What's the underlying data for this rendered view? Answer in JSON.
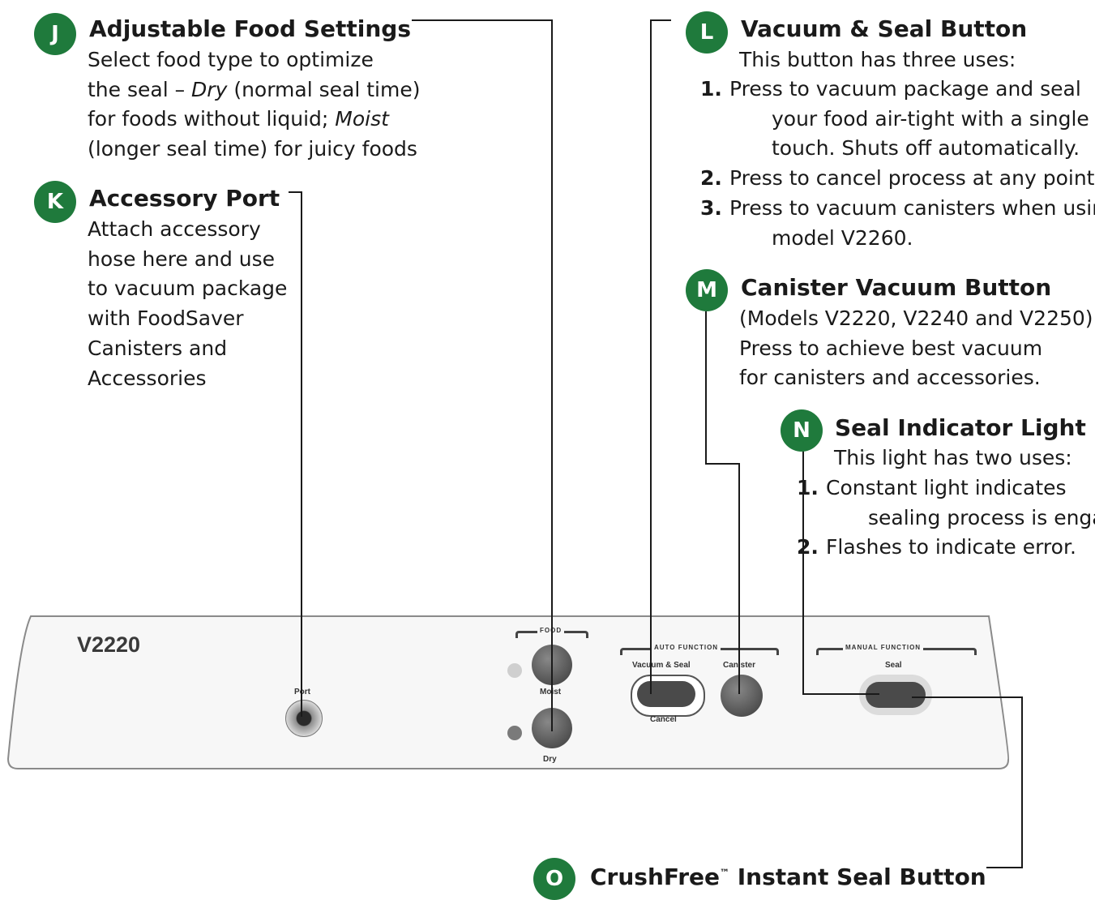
{
  "colors": {
    "badge": "#1f7a3c",
    "panel_bg": "#f7f7f7",
    "panel_border": "#8a8a8a",
    "button": "#4a4a4a",
    "indicator_light": "#cfcfcf",
    "indicator_dark": "#7a7a7a"
  },
  "callouts": {
    "j": {
      "letter": "J",
      "title": "Adjustable Food Settings",
      "line1": "Select food type to optimize",
      "line2_a": "the seal – ",
      "line2_dry": "Dry",
      "line2_b": " (normal seal time)",
      "line3_a": "for foods without liquid; ",
      "line3_moist": "Moist",
      "line4": "(longer seal time) for juicy foods"
    },
    "k": {
      "letter": "K",
      "title": "Accessory Port",
      "lines": [
        "Attach accessory",
        "hose here and use",
        "to vacuum package",
        "with FoodSaver",
        "Canisters and",
        "Accessories"
      ]
    },
    "l": {
      "letter": "L",
      "title": "Vacuum & Seal Button",
      "intro": "This button has three uses:",
      "items": [
        {
          "num": "1.",
          "line1": "Press to vacuum package and seal",
          "line2": "your food air-tight with a single",
          "line3": "touch. Shuts off automatically."
        },
        {
          "num": "2.",
          "line1": "Press to cancel process at any point."
        },
        {
          "num": "3.",
          "line1": "Press to vacuum canisters when using",
          "line2": "model V2260."
        }
      ]
    },
    "m": {
      "letter": "M",
      "title": "Canister Vacuum Button",
      "lines": [
        "(Models V2220, V2240 and V2250)",
        "Press to achieve best vacuum",
        "for canisters and accessories."
      ]
    },
    "n": {
      "letter": "N",
      "title": "Seal Indicator Light",
      "intro": "This light has two uses:",
      "items": [
        {
          "num": "1.",
          "line1": "Constant light indicates",
          "line2": "sealing process is engaged."
        },
        {
          "num": "2.",
          "line1": "Flashes to indicate error."
        }
      ]
    },
    "o": {
      "letter": "O",
      "title_a": "CrushFree",
      "title_tm": "™",
      "title_b": " Instant Seal Button"
    }
  },
  "panel": {
    "model": "V2220",
    "port_label": "Port",
    "food_group": "FOOD",
    "moist_label": "Moist",
    "dry_label": "Dry",
    "auto_group": "AUTO FUNCTION",
    "vacuum_seal_label": "Vacuum & Seal",
    "cancel_label": "Cancel",
    "canister_label": "Canister",
    "manual_group": "MANUAL FUNCTION",
    "seal_label": "Seal"
  }
}
